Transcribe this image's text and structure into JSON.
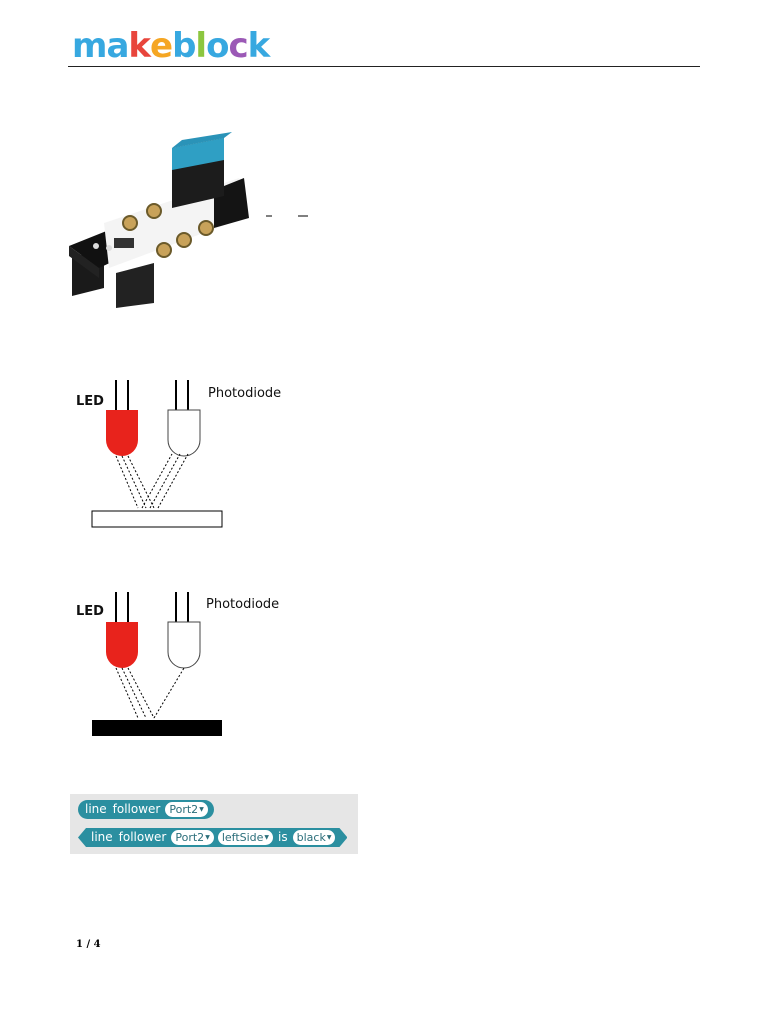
{
  "header": {
    "logo_letters": [
      {
        "ch": "m",
        "color": "#37a8e0"
      },
      {
        "ch": "a",
        "color": "#37a8e0"
      },
      {
        "ch": "k",
        "color": "#e8453c"
      },
      {
        "ch": "e",
        "color": "#f5a623"
      },
      {
        "ch": "b",
        "color": "#37a8e0"
      },
      {
        "ch": "l",
        "color": "#8cc63f"
      },
      {
        "ch": "o",
        "color": "#37a8e0"
      },
      {
        "ch": "c",
        "color": "#9b59b6"
      },
      {
        "ch": "k",
        "color": "#37a8e0"
      }
    ]
  },
  "diagram_reflect": {
    "led_label": "LED",
    "photodiode_label": "Photodiode"
  },
  "diagram_absorb": {
    "led_label": "LED",
    "photodiode_label": "Photodiode"
  },
  "blocks": {
    "reporter": {
      "text1": "line",
      "text2": "follower",
      "port": "Port2"
    },
    "boolean": {
      "text1": "line",
      "text2": "follower",
      "port": "Port2",
      "side": "leftSide",
      "is_text": "is",
      "color": "black"
    }
  },
  "footer": {
    "page_number": "1 / 4"
  }
}
